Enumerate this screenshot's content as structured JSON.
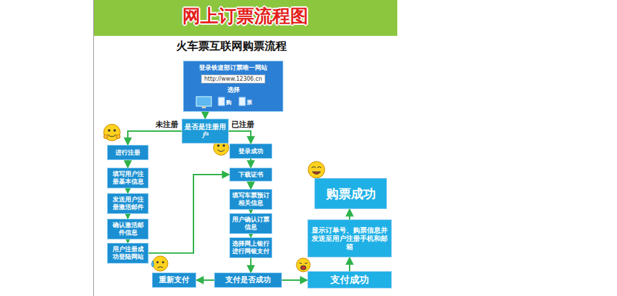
{
  "diagram": {
    "title": "网上订票流程图",
    "nodes": [
      {
        "text": [
          "登录铁道部订票唯一网站",
          "选择"
        ]
      },
      {
        "text": [
          "http://www.12306.cn"
        ],
        "in": 0
      },
      {
        "text": [
          "是否是注册用户"
        ]
      },
      {
        "text": [
          "进行注册"
        ]
      },
      {
        "text": [
          "填写用户注册基本信息"
        ]
      },
      {
        "text": [
          "发送用户注册激活邮件"
        ]
      },
      {
        "text": [
          "确认激活邮件信息"
        ]
      },
      {
        "text": [
          "用户注册成功登陆网站"
        ]
      },
      {
        "text": [
          "登录成功"
        ]
      },
      {
        "text": [
          "下载证书"
        ]
      },
      {
        "text": [
          "填写车票预订相关信息"
        ]
      },
      {
        "text": [
          "用户确认订票信息"
        ]
      },
      {
        "text": [
          "选择网上银行进行网银支付"
        ]
      },
      {
        "text": [
          "购票成功"
        ]
      },
      {
        "text": [
          "显示订单号、购票信息并发送至用户注册手机和邮箱"
        ]
      },
      {
        "text": [
          "重新支付"
        ]
      },
      {
        "text": [
          "支付是否成功"
        ]
      },
      {
        "text": [
          "支付成功"
        ]
      }
    ],
    "edges": [
      {
        "from": 0,
        "to": 2,
        "arrow": "to"
      },
      {
        "from": 2,
        "to": 3,
        "label": "未注册",
        "arrow": "to"
      },
      {
        "from": 2,
        "to": 8,
        "label": "已注册",
        "arrow": "to"
      },
      {
        "from": 3,
        "to": 4,
        "arrow": "to"
      },
      {
        "from": 4,
        "to": 5,
        "arrow": "to"
      },
      {
        "from": 5,
        "to": 6,
        "arrow": "to"
      },
      {
        "from": 6,
        "to": 7,
        "arrow": "to"
      },
      {
        "from": 7,
        "to": 9,
        "arrow": "to"
      },
      {
        "from": 8,
        "to": 9,
        "arrow": "to"
      },
      {
        "from": 9,
        "to": 10,
        "arrow": "to"
      },
      {
        "from": 10,
        "to": 11,
        "arrow": "to"
      },
      {
        "from": 11,
        "to": 12,
        "arrow": "to"
      },
      {
        "from": 12,
        "to": 16,
        "arrow": "to"
      },
      {
        "from": 16,
        "to": 15,
        "arrow": "to"
      },
      {
        "from": 16,
        "to": 17,
        "arrow": "to"
      },
      {
        "from": 17,
        "to": 14,
        "arrow": "to"
      },
      {
        "from": 14,
        "to": 13,
        "arrow": "to"
      }
    ],
    "labels": [
      "火车票互联网购票流程",
      "购",
      "票"
    ]
  }
}
